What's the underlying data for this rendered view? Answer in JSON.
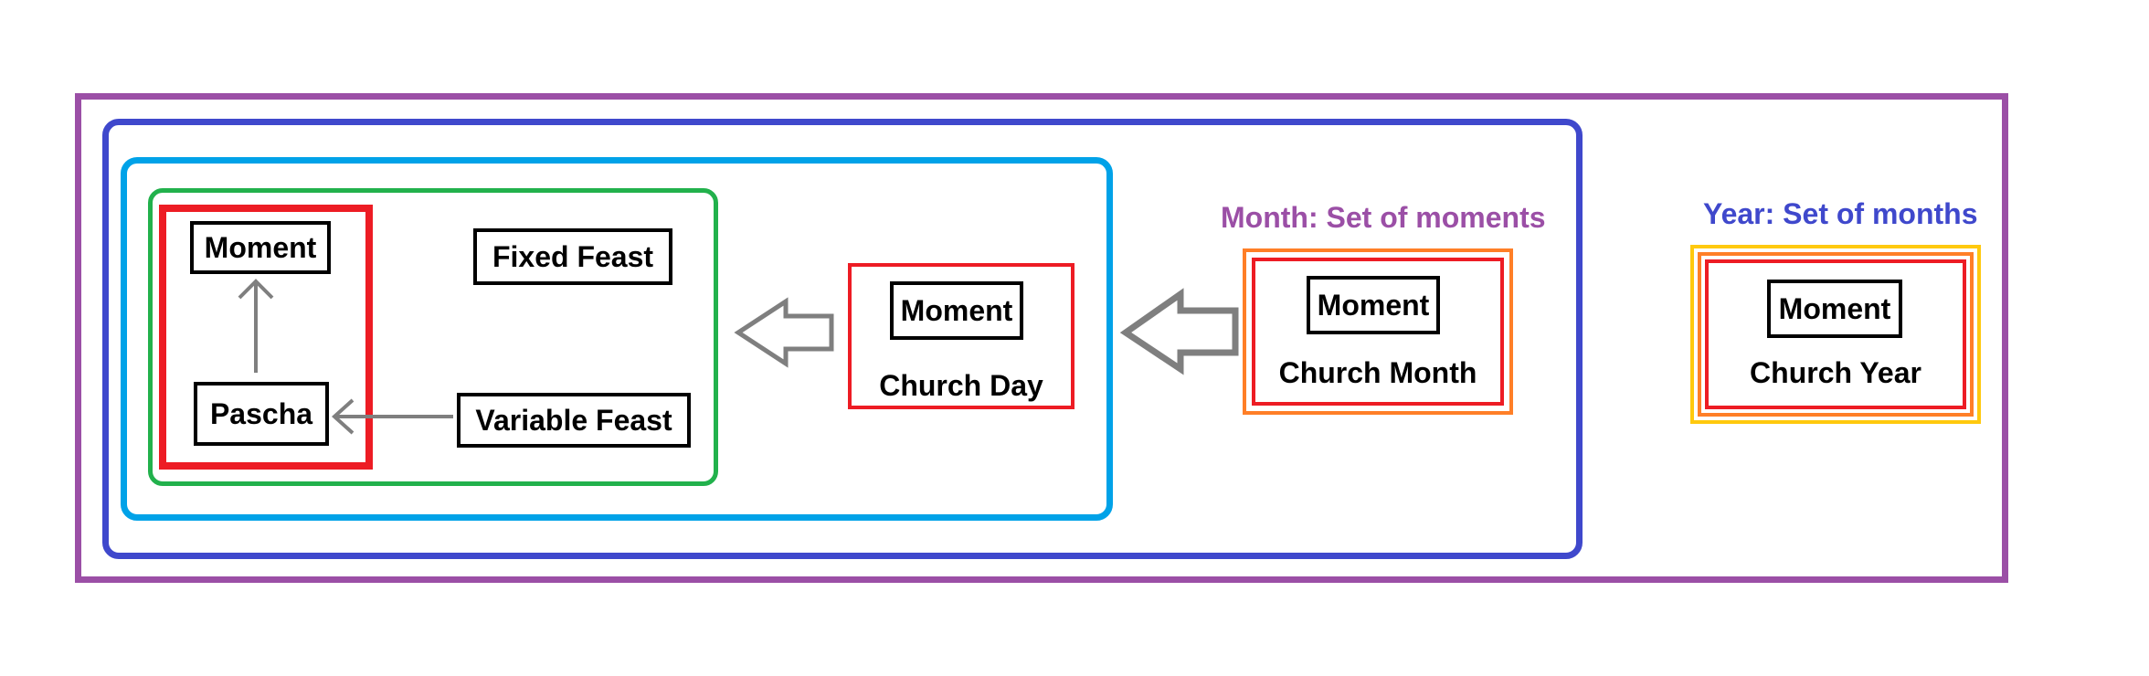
{
  "labels": {
    "month": "Month: Set of moments",
    "year": "Year: Set of months"
  },
  "nodes": {
    "moment_pascha": "Moment",
    "pascha": "Pascha",
    "fixed_feast": "Fixed Feast",
    "variable_feast": "Variable Feast",
    "day_moment": "Moment",
    "church_day": "Church Day",
    "month_moment": "Moment",
    "church_month": "Church Month",
    "year_moment": "Moment",
    "church_year": "Church Year"
  },
  "colors": {
    "purple": "#9b4fa6",
    "navy": "#3f48cc",
    "sky": "#00a2e8",
    "green": "#22b14c",
    "red": "#ed1c24",
    "orange": "#ff7f27",
    "yellow": "#ffc90e",
    "gray": "#7f7f7f",
    "black": "#000000"
  }
}
